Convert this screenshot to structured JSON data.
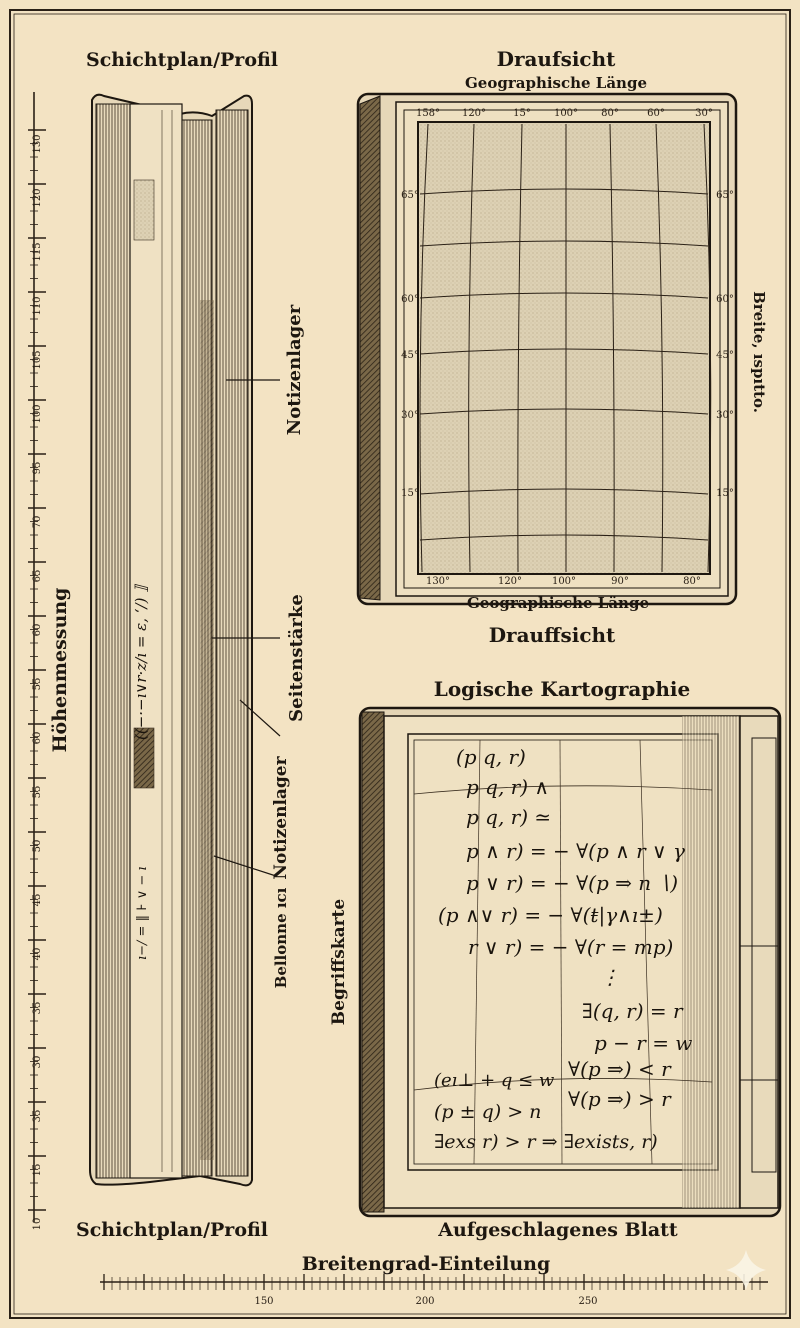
{
  "labels": {
    "profile_top": "Schichtplan/Profil",
    "profile_bottom": "Schichtplan/Profil",
    "height_axis": "Höhenmessung",
    "notes_top": "Notizenlager",
    "page_thickness": "Seitenstärke",
    "notes_bottom": "Notizenlager",
    "left_annot": "Bellonne ıcı",
    "topview_title": "Draufsicht",
    "geo_top": "Geographische Länge",
    "geo_bottom": "Geographische Länge",
    "topview_bottom": "Drauffsicht",
    "latitude": "Breite, ıspıtto.",
    "logic_title": "Logische Kartographie",
    "concept_map": "Begriffskarte",
    "open_sheet": "Aufgeschlagenes Blatt",
    "width_axis": "Breitengrad-Einteilung"
  },
  "left_scale": [
    "130",
    "120",
    "115",
    "110",
    "105",
    "100",
    "95",
    "70",
    "65",
    "60",
    "55",
    "60",
    "55",
    "50",
    "45",
    "40",
    "35",
    "30",
    "35",
    "15",
    "10"
  ],
  "bottom_scale": [
    "150",
    "200",
    "250"
  ],
  "map": {
    "top_lon": [
      "158°",
      "120°",
      "15°",
      "100°",
      "80°",
      "60°",
      "30°"
    ],
    "bottom_lon": [
      "130°",
      "120°",
      "100°",
      "90°",
      "80°"
    ],
    "left_lat": [
      "65°",
      "60°",
      "45°",
      "30°",
      "15°"
    ],
    "right_lat": [
      "65°",
      "60°",
      "45°",
      "30°",
      "15°"
    ]
  },
  "spine_text": "((−·−ı∨r·z∕ı = ε, ‘∕) ⟧",
  "spine_text2": "ı−∕ = ‖ ⊦ ∨ − ı",
  "formulas": [
    "(p q, r)",
    "p q, r) ∧",
    "p q, r) ≃",
    "p ∧ r) = − ∀(p ∧ r ∨ γ",
    "p ∨ r) = − ∀(p ⇒ n ∖)",
    "(p ∧∨ r) = − ∀(ŧ|γ∧ı±)",
    "r ∨ r) = − ∀(r = mp)",
    "⋮",
    "∃(q, r) = r",
    "p − r = w",
    "∀(p ⇒) < r",
    "(eı⊥ + q ≤ w",
    "(p ± q) > n",
    "∀(p ⇒) > r",
    "∃exs r) > r ⇒ ∃exists, r)"
  ]
}
